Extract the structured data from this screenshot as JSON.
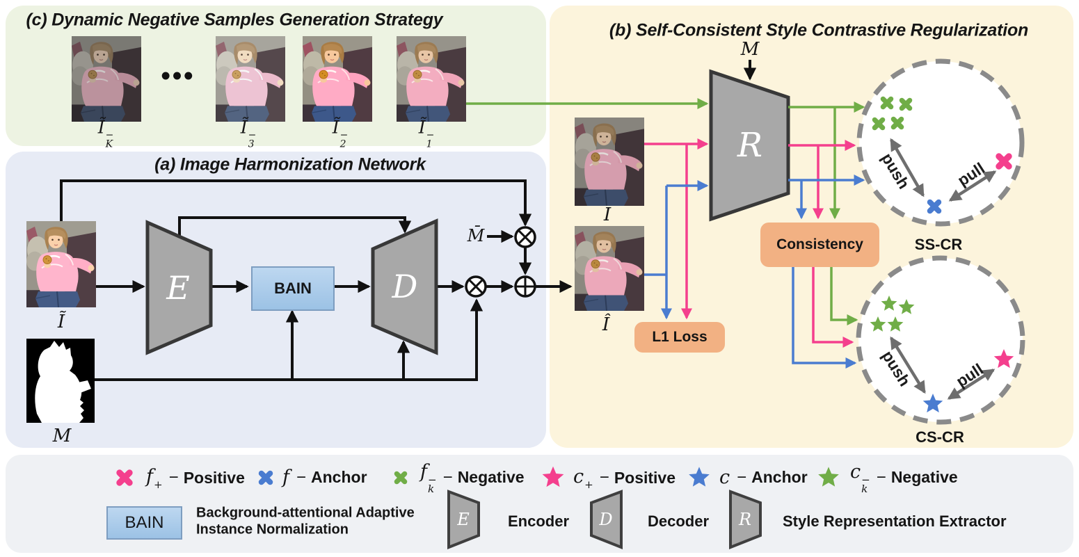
{
  "colors": {
    "panel_a_bg": "#e7ebf5",
    "panel_b_bg": "#fcf4dc",
    "panel_c_bg": "#edf3e2",
    "legend_bg": "#eff1f4",
    "accent_green": "#70ad47",
    "accent_pink": "#f43f8d",
    "accent_blue": "#4a7cd0",
    "gray_arrow": "#6e6e6e",
    "box_orange": "#f2b183",
    "bain_blue": "#9cc2e5",
    "block_gray": "#a8a8a8"
  },
  "panel_c": {
    "title": "(c) Dynamic Negative Samples Generation Strategy",
    "dots": "•••",
    "samples": [
      {
        "base": "Ĩ",
        "sup": "−",
        "sub": "K"
      },
      {
        "base": "Ĩ",
        "sup": "−",
        "sub": "3"
      },
      {
        "base": "Ĩ",
        "sup": "−",
        "sub": "2"
      },
      {
        "base": "Ĩ",
        "sup": "−",
        "sub": "1"
      }
    ]
  },
  "panel_a": {
    "title": "(a) Image Harmonization Network",
    "composite_label": "Ĩ",
    "mask_label": "M",
    "inv_mask_label": "M̄",
    "encoder_letter": "E",
    "bain_label": "BAIN",
    "decoder_letter": "D"
  },
  "panel_b": {
    "title": "(b) Self-Consistent Style Contrastive Regularization",
    "mask_label": "M",
    "extractor_letter": "R",
    "real_label": "I",
    "harmonized_label": "Î",
    "l1_loss_label": "L1 Loss",
    "consistency_label": "Consistency",
    "ss_cr_label": "SS-CR",
    "cs_cr_label": "CS-CR",
    "push_label": "push",
    "pull_label": "pull"
  },
  "legend": {
    "dash": "−",
    "entries": [
      {
        "marker": "cross",
        "color": "#f43f8d",
        "base": "f",
        "sup": "+",
        "sub": "",
        "word": "Positive"
      },
      {
        "marker": "cross",
        "color": "#4a7cd0",
        "base": "f",
        "sup": "",
        "sub": "",
        "word": "Anchor"
      },
      {
        "marker": "cross",
        "color": "#70ad47",
        "base": "f",
        "sup": "−",
        "sub": "k",
        "word": "Negative"
      },
      {
        "marker": "star",
        "color": "#f43f8d",
        "base": "c",
        "sup": "+",
        "sub": "",
        "word": "Positive"
      },
      {
        "marker": "star",
        "color": "#4a7cd0",
        "base": "c",
        "sup": "",
        "sub": "",
        "word": "Anchor"
      },
      {
        "marker": "star",
        "color": "#70ad47",
        "base": "c",
        "sup": "−",
        "sub": "k",
        "word": "Negative"
      }
    ],
    "bain_box": "BAIN",
    "bain_desc_line1": "Background-attentional Adaptive",
    "bain_desc_line2": "Instance Normalization",
    "blocks": [
      {
        "letter": "E",
        "word": "Encoder"
      },
      {
        "letter": "D",
        "word": "Decoder"
      },
      {
        "letter": "R",
        "word": "Style Representation Extractor"
      }
    ]
  }
}
